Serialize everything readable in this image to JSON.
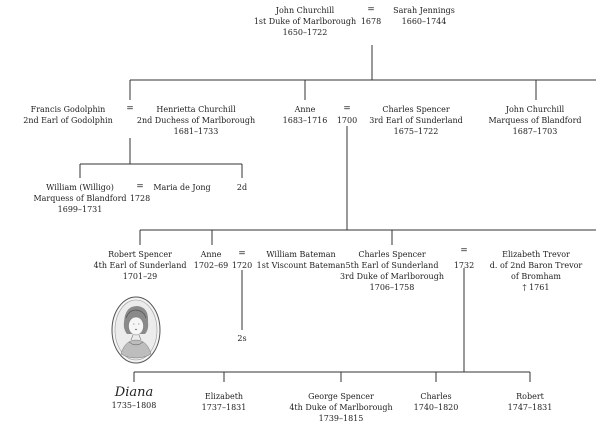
{
  "persons": {
    "john_churchill_1": {
      "l1": "John Churchill",
      "l2": "1st Duke of Marlborough",
      "l3": "1650–1722"
    },
    "sarah_jennings": {
      "l1": "Sarah Jennings",
      "l2": "1660–1744"
    },
    "francis_godolphin": {
      "l1": "Francis Godolphin",
      "l2": "2nd Earl of Godolphin"
    },
    "henrietta_churchill": {
      "l1": "Henrietta Churchill",
      "l2": "2nd Duchess of Marlborough",
      "l3": "1681–1733"
    },
    "anne_1": {
      "l1": "Anne",
      "l2": "1683–1716"
    },
    "charles_spencer_3": {
      "l1": "Charles Spencer",
      "l2": "3rd Earl of Sunderland",
      "l3": "1675–1722"
    },
    "john_churchill_2": {
      "l1": "John Churchill",
      "l2": "Marquess of Blandford",
      "l3": "1687–1703"
    },
    "william_willigo": {
      "l1": "William (Willigo)",
      "l2": "Marquess of Blandford",
      "l3": "1699–1731"
    },
    "maria_de_jong": {
      "l1": "Maria de Jong"
    },
    "robert_spencer": {
      "l1": "Robert Spencer",
      "l2": "4th Earl of Sunderland",
      "l3": "1701–29"
    },
    "anne_2": {
      "l1": "Anne",
      "l2": "1702–69"
    },
    "william_bateman": {
      "l1": "William Bateman",
      "l2": "1st Viscount Bateman"
    },
    "charles_spencer_5": {
      "l1": "Charles Spencer",
      "l2": "5th Earl of Sunderland",
      "l3": "3rd Duke of Marlborough",
      "l4": "1706–1758"
    },
    "elizabeth_trevor": {
      "l1": "Elizabeth Trevor",
      "l2": "d. of 2nd Baron Trevor",
      "l3": "of Bromham",
      "l4": "† 1761"
    },
    "diana": {
      "l1": "Diana",
      "l2": "1735–1808"
    },
    "elizabeth": {
      "l1": "Elizabeth",
      "l2": "1737–1831"
    },
    "george_spencer": {
      "l1": "George Spencer",
      "l2": "4th Duke of Marlborough",
      "l3": "1739–1815"
    },
    "charles": {
      "l1": "Charles",
      "l2": "1740–1820"
    },
    "robert": {
      "l1": "Robert",
      "l2": "1747–1831"
    }
  },
  "marriages": {
    "m1678": {
      "symbol": "=",
      "year": "1678"
    },
    "godolphin": {
      "symbol": "="
    },
    "m1700": {
      "symbol": "=",
      "year": "1700"
    },
    "m1728": {
      "symbol": "=",
      "year": "1728"
    },
    "m1720": {
      "symbol": "=",
      "year": "1720"
    },
    "m1732": {
      "symbol": "=",
      "year": "1732"
    }
  },
  "notes": {
    "second_marriage": "2d",
    "second_marriage_bateman": "2s"
  },
  "colors": {
    "ink": "#222222",
    "background": "#ffffff"
  }
}
